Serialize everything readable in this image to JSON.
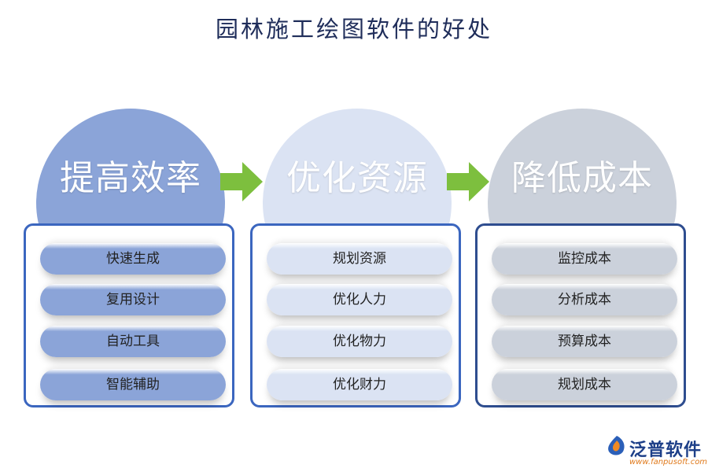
{
  "title": "园林施工绘图软件的好处",
  "columns": [
    {
      "heading": "提高效率",
      "circle_color": "#8ba4d8",
      "border_color": "#3b66bf",
      "pill_color": "#8ba4d8",
      "items": [
        "快速生成",
        "复用设计",
        "自动工具",
        "智能辅助"
      ]
    },
    {
      "heading": "优化资源",
      "circle_color": "#dbe3f3",
      "border_color": "#3b66bf",
      "pill_color": "#dbe3f3",
      "items": [
        "规划资源",
        "优化人力",
        "优化物力",
        "优化财力"
      ]
    },
    {
      "heading": "降低成本",
      "circle_color": "#cbd1db",
      "border_color": "#2e4d8f",
      "pill_color": "#cbd1db",
      "items": [
        "监控成本",
        "分析成本",
        "预算成本",
        "规划成本"
      ]
    }
  ],
  "arrow_color": "#7dbf3e",
  "logo": {
    "name": "泛普软件",
    "url": "www.fanpusoft.com"
  }
}
